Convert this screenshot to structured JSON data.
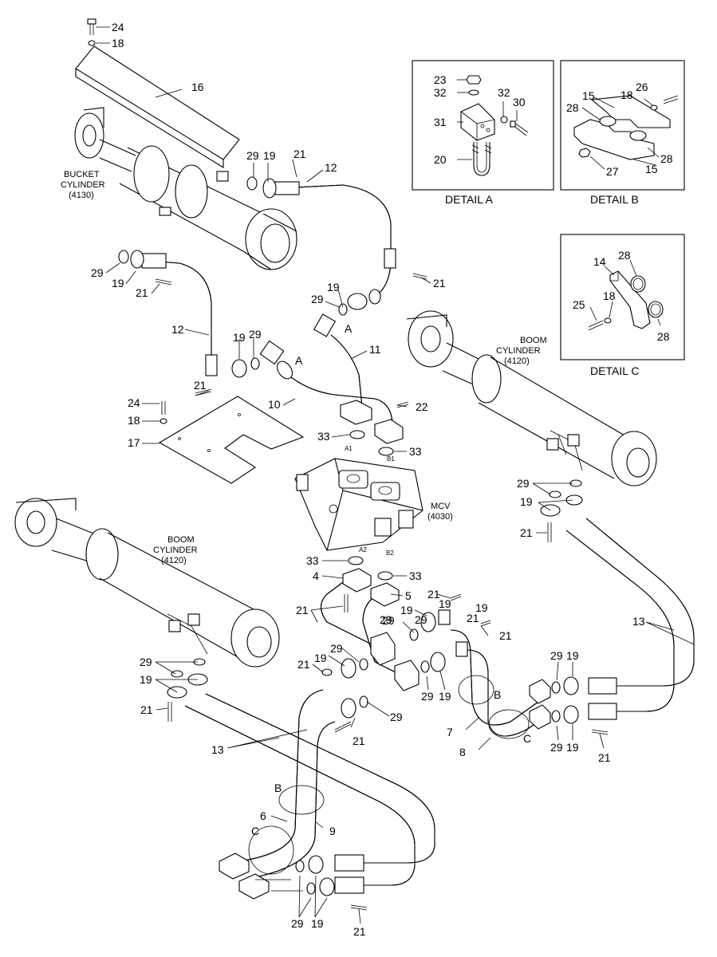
{
  "details": {
    "a": {
      "title": "DETAIL A"
    },
    "b": {
      "title": "DETAIL B"
    },
    "c": {
      "title": "DETAIL C"
    }
  },
  "captions": {
    "bucket_cylinder": {
      "line1": "BUCKET",
      "line2": "CYLINDER",
      "line3": "(4130)"
    },
    "boom_cylinder_right": {
      "line1": "BOOM",
      "line2": "CYLINDER",
      "line3": "(4120)"
    },
    "boom_cylinder_left": {
      "line1": "BOOM",
      "line2": "CYLINDER",
      "line3": "(4120)"
    },
    "mcv": {
      "line1": "MCV",
      "line2": "(4030)"
    }
  },
  "ports": [
    "A1",
    "B1",
    "A2",
    "B2"
  ],
  "view_markers": [
    "A",
    "A",
    "B",
    "C",
    "B",
    "C"
  ],
  "part_labels": [
    "24",
    "18",
    "16",
    "29",
    "19",
    "21",
    "12",
    "29",
    "19",
    "21",
    "12",
    "19",
    "29",
    "21",
    "24",
    "18",
    "17",
    "10",
    "19",
    "29",
    "21",
    "11",
    "22",
    "33",
    "33",
    "33",
    "33",
    "4",
    "5",
    "21",
    "21",
    "19",
    "29",
    "21",
    "29",
    "19",
    "21",
    "29",
    "19",
    "29",
    "21",
    "29",
    "19",
    "21",
    "13",
    "7",
    "8",
    "29",
    "19",
    "29",
    "19",
    "21",
    "29",
    "19",
    "21",
    "13",
    "6",
    "9",
    "29",
    "19",
    "21",
    "29",
    "19",
    "21",
    "29",
    "19",
    "23",
    "32",
    "31",
    "20",
    "32",
    "30",
    "26",
    "18",
    "15",
    "28",
    "28",
    "27",
    "15",
    "14",
    "28",
    "25",
    "18",
    "28"
  ]
}
